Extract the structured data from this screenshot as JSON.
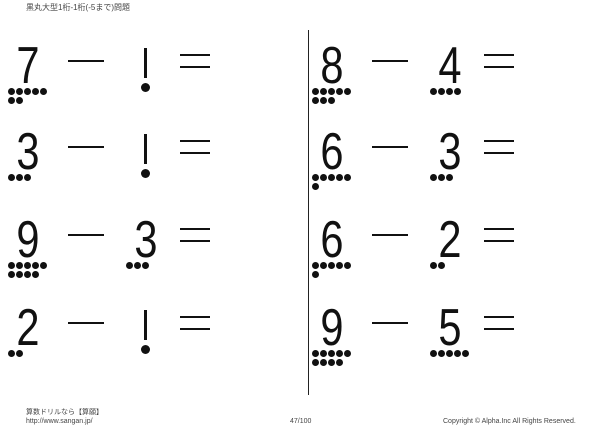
{
  "header": {
    "title": "黒丸大型1桁-1桁(-5まで)問題"
  },
  "problems": [
    {
      "a": 7,
      "b": 1
    },
    {
      "a": 3,
      "b": 1
    },
    {
      "a": 9,
      "b": 3
    },
    {
      "a": 2,
      "b": 1
    },
    {
      "a": 8,
      "b": 4
    },
    {
      "a": 6,
      "b": 3
    },
    {
      "a": 6,
      "b": 2
    },
    {
      "a": 9,
      "b": 5
    }
  ],
  "symbols": {
    "minus": "−",
    "equals": "="
  },
  "footer": {
    "brand": "算数ドリルなら【算願】",
    "url": "http://www.sangan.jp/",
    "page": "47/100",
    "copyright": "Copyright © Alpha.Inc All Rights Reserved."
  }
}
